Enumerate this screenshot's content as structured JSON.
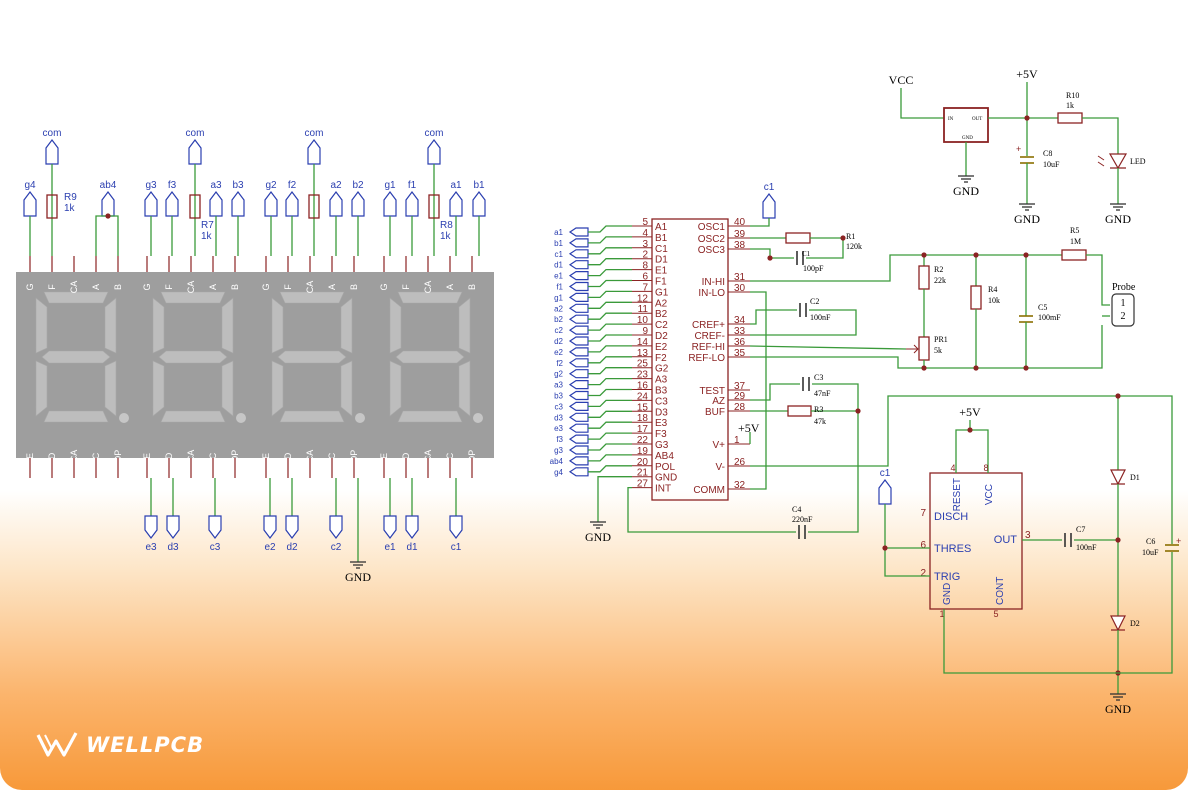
{
  "brand": {
    "name": "WELLPCB"
  },
  "display": {
    "top_pin_labels": [
      "G",
      "F",
      "CA",
      "A",
      "B"
    ],
    "bottom_pin_labels": [
      "E",
      "D",
      "CA",
      "C",
      "DP"
    ],
    "top_connectors": [
      [
        "g4",
        "com",
        "ab4"
      ],
      [
        "g3",
        "f3",
        "com",
        "a3",
        "b3"
      ],
      [
        "g2",
        "f2",
        "com",
        "a2",
        "b2"
      ],
      [
        "g1",
        "f1",
        "com",
        "a1",
        "b1"
      ]
    ],
    "bottom_connectors": [
      [
        "e3",
        "d3",
        "c3"
      ],
      [
        "e2",
        "d2",
        "c2"
      ],
      [
        "e1",
        "d1",
        "c1"
      ]
    ],
    "resistors": [
      {
        "name": "R9",
        "value": "1k"
      },
      {
        "name": "R7",
        "value": "1k"
      },
      {
        "name": "R8",
        "value": "1k"
      }
    ],
    "ground_label": "GND"
  },
  "adc": {
    "left_nets": [
      "a1",
      "b1",
      "c1",
      "d1",
      "e1",
      "f1",
      "g1",
      "a2",
      "b2",
      "c2",
      "d2",
      "e2",
      "f2",
      "g2",
      "a3",
      "b3",
      "c3",
      "d3",
      "e3",
      "f3",
      "g3",
      "ab4",
      "g4"
    ],
    "left_pins": [
      {
        "num": "5",
        "name": "A1"
      },
      {
        "num": "4",
        "name": "B1"
      },
      {
        "num": "3",
        "name": "C1"
      },
      {
        "num": "2",
        "name": "D1"
      },
      {
        "num": "8",
        "name": "E1"
      },
      {
        "num": "6",
        "name": "F1"
      },
      {
        "num": "7",
        "name": "G1"
      },
      {
        "num": "12",
        "name": "A2"
      },
      {
        "num": "11",
        "name": "B2"
      },
      {
        "num": "10",
        "name": "C2"
      },
      {
        "num": "9",
        "name": "D2"
      },
      {
        "num": "14",
        "name": "E2"
      },
      {
        "num": "13",
        "name": "F2"
      },
      {
        "num": "25",
        "name": "G2"
      },
      {
        "num": "23",
        "name": "A3"
      },
      {
        "num": "16",
        "name": "B3"
      },
      {
        "num": "24",
        "name": "C3"
      },
      {
        "num": "15",
        "name": "D3"
      },
      {
        "num": "18",
        "name": "E3"
      },
      {
        "num": "17",
        "name": "F3"
      },
      {
        "num": "22",
        "name": "G3"
      },
      {
        "num": "19",
        "name": "AB4"
      },
      {
        "num": "20",
        "name": "POL"
      },
      {
        "num": "21",
        "name": "GND"
      },
      {
        "num": "27",
        "name": "INT"
      }
    ],
    "right_pins": [
      {
        "num": "40",
        "name": "OSC1"
      },
      {
        "num": "39",
        "name": "OSC2"
      },
      {
        "num": "38",
        "name": "OSC3"
      },
      {
        "num": "31",
        "name": "IN-HI"
      },
      {
        "num": "30",
        "name": "IN-LO"
      },
      {
        "num": "34",
        "name": "CREF+"
      },
      {
        "num": "33",
        "name": "CREF-"
      },
      {
        "num": "36",
        "name": "REF-HI"
      },
      {
        "num": "35",
        "name": "REF-LO"
      },
      {
        "num": "37",
        "name": "TEST"
      },
      {
        "num": "29",
        "name": "AZ"
      },
      {
        "num": "28",
        "name": "BUF"
      },
      {
        "num": "1",
        "name": "V+"
      },
      {
        "num": "26",
        "name": "V-"
      },
      {
        "num": "32",
        "name": "COMM"
      }
    ],
    "supply": "+5V",
    "ground": "GND",
    "c1_net": "c1"
  },
  "components": {
    "R1": {
      "name": "R1",
      "value": "120k"
    },
    "C1": {
      "name": "C1",
      "value": "100pF"
    },
    "C2": {
      "name": "C2",
      "value": "100nF"
    },
    "C3": {
      "name": "C3",
      "value": "47nF"
    },
    "R3": {
      "name": "R3",
      "value": "47k"
    },
    "C4": {
      "name": "C4",
      "value": "220nF"
    },
    "R2": {
      "name": "R2",
      "value": "22k"
    },
    "R4": {
      "name": "R4",
      "value": "10k"
    },
    "C5": {
      "name": "C5",
      "value": "100mF"
    },
    "R5": {
      "name": "R5",
      "value": "1M"
    },
    "PR1": {
      "name": "PR1",
      "value": "5k"
    },
    "probe": {
      "name": "Probe",
      "pins": [
        "1",
        "2"
      ]
    }
  },
  "power": {
    "vcc": "VCC",
    "plus5v": "+5V",
    "regulator_in": "IN",
    "regulator_out": "OUT",
    "regulator_gnd": "GND",
    "R10": {
      "name": "R10",
      "value": "1k"
    },
    "C8": {
      "name": "C8",
      "value": "10uF"
    },
    "led": "LED",
    "gnd": "GND"
  },
  "timer": {
    "supply": "+5V",
    "c1_net": "c1",
    "pins": {
      "reset": {
        "num": "4",
        "name": "RESET"
      },
      "vcc": {
        "num": "8",
        "name": "VCC"
      },
      "disch": {
        "num": "7",
        "name": "DISCH"
      },
      "thres": {
        "num": "6",
        "name": "THRES"
      },
      "trig": {
        "num": "2",
        "name": "TRIG"
      },
      "out": {
        "num": "3",
        "name": "OUT"
      },
      "gnd": {
        "num": "1",
        "name": "GND"
      },
      "cont": {
        "num": "5",
        "name": "CONT"
      }
    },
    "C7": {
      "name": "C7",
      "value": "100nF"
    },
    "C6": {
      "name": "C6",
      "value": "10uF"
    },
    "D1": "D1",
    "D2": "D2",
    "gnd": "GND"
  }
}
